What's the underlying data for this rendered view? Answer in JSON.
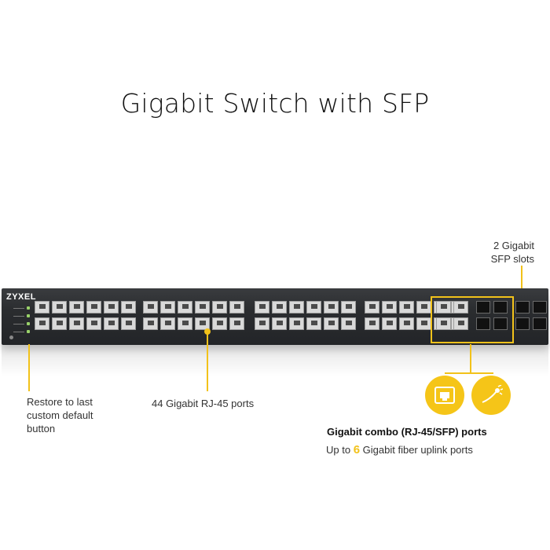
{
  "title": "Gigabit Switch with SFP",
  "device": {
    "brand": "ZYXEL"
  },
  "labels": {
    "sfp_slots_line1": "2 Gigabit",
    "sfp_slots_line2": "SFP slots",
    "restore_line1": "Restore to last",
    "restore_line2": "custom default",
    "restore_line3": "button",
    "rj45_ports": "44 Gigabit RJ-45 ports",
    "combo_title": "Gigabit combo (RJ-45/SFP) ports",
    "combo_sub_prefix": "Up to",
    "combo_sub_number": "6",
    "combo_sub_suffix": "Gigabit fiber uplink ports"
  },
  "icons": {
    "ethernet": "ethernet-port-icon",
    "fiber": "fiber-optic-icon"
  },
  "colors": {
    "accent": "#f2c21a",
    "chassis": "#2a2c2f"
  }
}
